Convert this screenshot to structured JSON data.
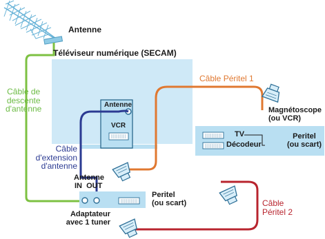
{
  "labels": {
    "antenna_title": "Antenne",
    "tv_title": "Téléviseur numérique (SECAM)",
    "tv_antenna": "Antenne",
    "tv_vcr": "VCR",
    "cable_descente": [
      "Câble de",
      "descente",
      "d'antenne"
    ],
    "cable_extension": [
      "Câble",
      "d'extension",
      "d'antenne"
    ],
    "adapter_antenna": "Antenne",
    "adapter_in_out": "IN  OUT",
    "adapter_peritel": [
      "Peritel",
      "(ou scart)"
    ],
    "adapter_name": [
      "Adaptateur",
      "avec 1 tuner"
    ],
    "cable_peritel_1": "Câble Péritel 1",
    "cable_peritel_2": [
      "Câble",
      "Péritel 2"
    ],
    "vcr_name": [
      "Magnétoscope",
      "(ou VCR)"
    ],
    "vcr_tv": "TV",
    "vcr_decoder": "Décodeur",
    "vcr_peritel": [
      "Peritel",
      "(ou scart)"
    ]
  },
  "colors": {
    "antenna_cable": "#7dc142",
    "extension_cable": "#2b3a92",
    "peritel_1_cable": "#e07830",
    "peritel_2_cable": "#b8242e",
    "device_fill": "#b9dff2",
    "tv_fill": "#cfe9f7",
    "connector_fill": "#d8eef9",
    "connector_stroke": "#2c6e96"
  },
  "icons": [
    "antenna-icon",
    "scart-plug-icon",
    "coax-port-icon",
    "scart-port-icon"
  ]
}
